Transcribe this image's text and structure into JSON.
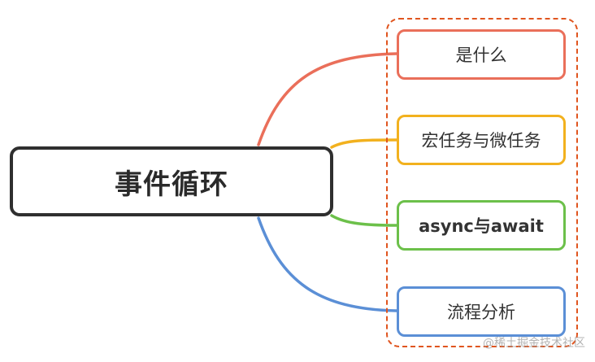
{
  "root": {
    "label": "事件循环",
    "border_color": "#2f2f2f"
  },
  "group_frame": {
    "border_color": "#e0551f"
  },
  "children": [
    {
      "label": "是什么",
      "color": "#ea6f5a",
      "bold": false
    },
    {
      "label": "宏任务与微任务",
      "color": "#f2b11e",
      "bold": false
    },
    {
      "label": "async与await",
      "color": "#6cc04a",
      "bold": true
    },
    {
      "label": "流程分析",
      "color": "#5b8fd6",
      "bold": false
    }
  ],
  "watermark": "@稀土掘金技术社区"
}
